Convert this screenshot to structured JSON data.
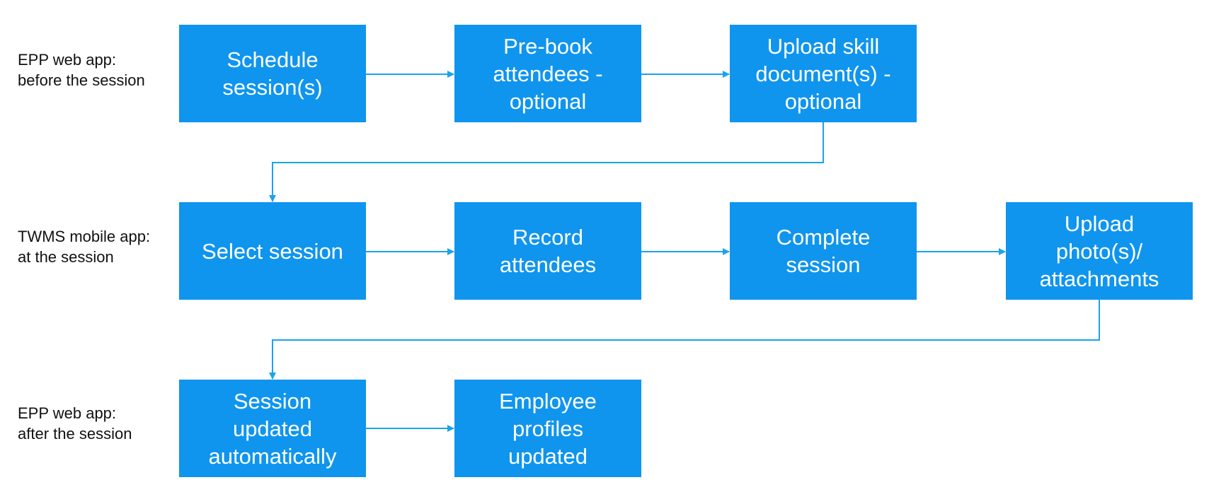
{
  "colors": {
    "box_fill": "#0f95ee",
    "box_text": "#ffffff",
    "arrow": "#1aa3ee",
    "label_text": "#111111",
    "background": "#ffffff"
  },
  "rows": [
    {
      "label": "EPP web app:\nbefore the session",
      "steps": [
        "Schedule\nsession(s)",
        "Pre-book\nattendees -\noptional",
        "Upload skill\ndocument(s) -\noptional"
      ]
    },
    {
      "label": "TWMS mobile app:\nat the session",
      "steps": [
        "Select session",
        "Record\nattendees",
        "Complete\nsession",
        "Upload\nphoto(s)/\nattachments"
      ]
    },
    {
      "label": "EPP web app:\nafter the session",
      "steps": [
        "Session\nupdated\nautomatically",
        "Employee\nprofiles\nupdated"
      ]
    }
  ]
}
